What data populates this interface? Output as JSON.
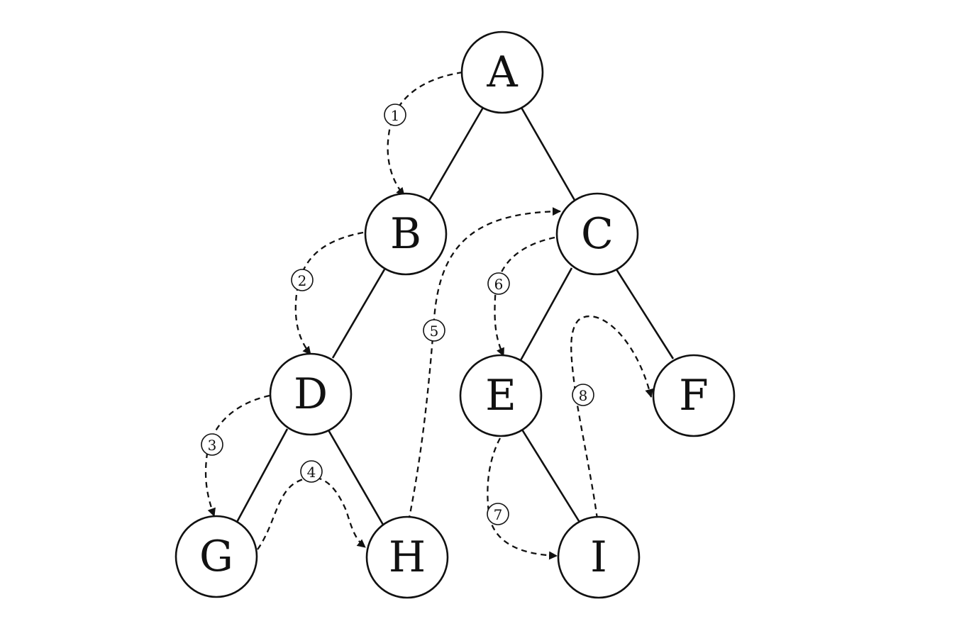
{
  "nodes": {
    "A": "A",
    "B": "B",
    "C": "C",
    "D": "D",
    "E": "E",
    "F": "F",
    "G": "G",
    "H": "H",
    "I": "I"
  },
  "steps": [
    "1",
    "2",
    "3",
    "4",
    "5",
    "6",
    "7",
    "8"
  ],
  "colors": {
    "ink": "#111111",
    "background": "#ffffff"
  }
}
